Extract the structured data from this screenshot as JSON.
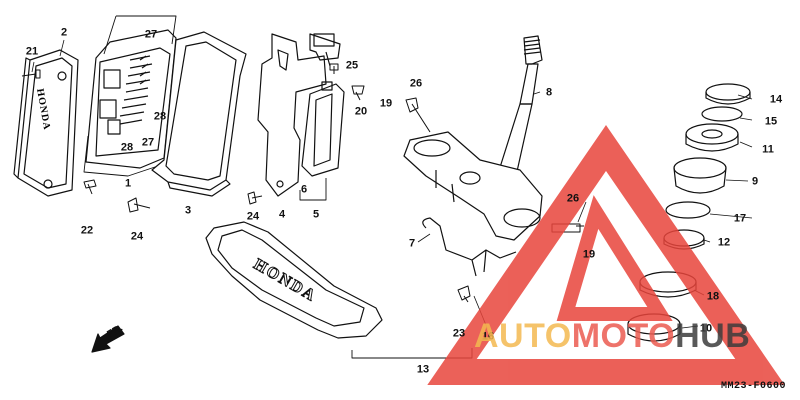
{
  "diagram": {
    "code": "MM23-F0600",
    "front_label": "FR.",
    "brand_text": "HONDA",
    "watermark": {
      "part1": "AUTO",
      "part2": "MOTO",
      "part3": "HUB"
    },
    "labels": {
      "l1": "1",
      "l2": "2",
      "l3": "3",
      "l4": "4",
      "l5": "5",
      "l6": "6",
      "l7": "7",
      "l8": "8",
      "l9": "9",
      "l10": "10",
      "l11": "11",
      "l12": "12",
      "l13": "13",
      "l14": "14",
      "l15": "15",
      "l16": "16",
      "l17": "17",
      "l18": "18",
      "l19a": "19",
      "l19b": "19",
      "l20": "20",
      "l21": "21",
      "l22": "22",
      "l23": "23",
      "l24a": "24",
      "l24b": "24",
      "l25": "25",
      "l26a": "26",
      "l26b": "26",
      "l27a": "27",
      "l27b": "27",
      "l28a": "28",
      "l28b": "28"
    },
    "colors": {
      "line": "#111111",
      "watermark_red": "#e8453c",
      "watermark_orange": "#f3b950"
    }
  }
}
